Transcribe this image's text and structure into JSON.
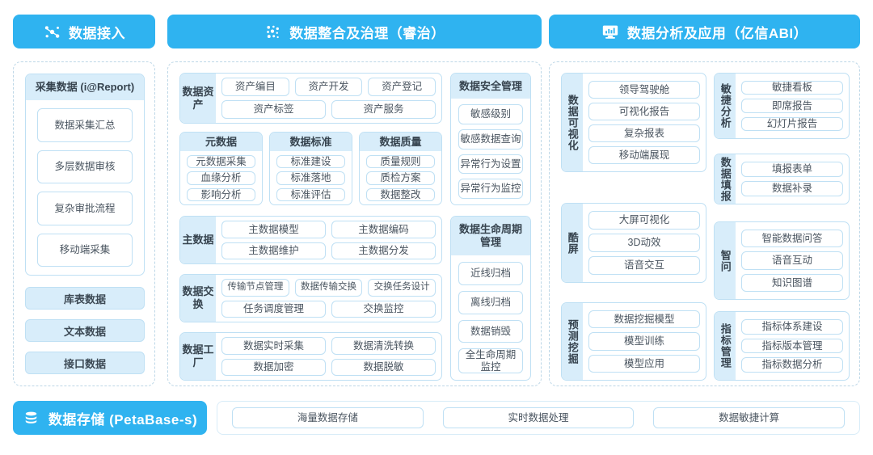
{
  "banners": {
    "ingest": {
      "label": "数据接入",
      "icon": "molecule-icon"
    },
    "govern": {
      "label": "数据整合及治理（睿治）",
      "icon": "dots-network-icon"
    },
    "analyze": {
      "label": "数据分析及应用（亿信ABI）",
      "icon": "monitor-chart-icon"
    },
    "storage": {
      "label": "数据存储 (PetaBase-s)",
      "icon": "database-icon"
    }
  },
  "colors": {
    "brand": "#2fb3f0",
    "chip_border": "#bfe0f4",
    "fill": "#d8edfa",
    "dashed": "#bdd7e7"
  },
  "ingest": {
    "collect_card": {
      "title": "采集数据 (i@Report)",
      "items": [
        "数据采集汇总",
        "多层数据审核",
        "复杂审批流程",
        "移动端采集"
      ]
    },
    "sources": [
      "库表数据",
      "文本数据",
      "接口数据"
    ]
  },
  "govern": {
    "data_asset": {
      "label": "数据资产",
      "row1": [
        "资产编目",
        "资产开发",
        "资产登记"
      ],
      "row2": [
        "资产标签",
        "资产服务"
      ]
    },
    "cards": [
      {
        "title": "元数据",
        "items": [
          "元数据采集",
          "血缘分析",
          "影响分析"
        ]
      },
      {
        "title": "数据标准",
        "items": [
          "标准建设",
          "标准落地",
          "标准评估"
        ]
      },
      {
        "title": "数据质量",
        "items": [
          "质量规则",
          "质检方案",
          "数据整改"
        ]
      }
    ],
    "master_data": {
      "label": "主数据",
      "row1": [
        "主数据模型",
        "主数据编码"
      ],
      "row2": [
        "主数据维护",
        "主数据分发"
      ]
    },
    "data_exchange": {
      "label": "数据交换",
      "row1": [
        "传输节点管理",
        "数据传输交换",
        "交换任务设计"
      ],
      "row2": [
        "任务调度管理",
        "交换监控"
      ]
    },
    "data_factory": {
      "label": "数据工厂",
      "row1": [
        "数据实时采集",
        "数据清洗转换"
      ],
      "row2": [
        "数据加密",
        "数据脱敏"
      ]
    },
    "security": {
      "title": "数据安全管理",
      "items": [
        "敏感级别",
        "敏感数据查询",
        "异常行为设置",
        "异常行为监控"
      ]
    },
    "lifecycle": {
      "title": "数据生命周期管理",
      "items": [
        "近线归档",
        "离线归档",
        "数据销毁",
        "全生命周期监控"
      ]
    }
  },
  "analyze": {
    "left": [
      {
        "label": "数据可视化",
        "items": [
          "领导驾驶舱",
          "可视化报告",
          "复杂报表",
          "移动端展现"
        ]
      },
      {
        "label": "酷屏",
        "items": [
          "大屏可视化",
          "3D动效",
          "语音交互"
        ]
      },
      {
        "label": "预测挖掘",
        "items": [
          "数据挖掘模型",
          "模型训练",
          "模型应用"
        ]
      }
    ],
    "right": [
      {
        "label": "敏捷分析",
        "items": [
          "敏捷看板",
          "即席报告",
          "幻灯片报告"
        ]
      },
      {
        "label": "数据填报",
        "items": [
          "填报表单",
          "数据补录"
        ]
      },
      {
        "label": "智问",
        "items": [
          "智能数据问答",
          "语音互动",
          "知识图谱"
        ]
      },
      {
        "label": "指标管理",
        "items": [
          "指标体系建设",
          "指标版本管理",
          "指标数据分析"
        ]
      }
    ]
  },
  "storage_row": [
    "海量数据存储",
    "实时数据处理",
    "数据敏捷计算"
  ]
}
